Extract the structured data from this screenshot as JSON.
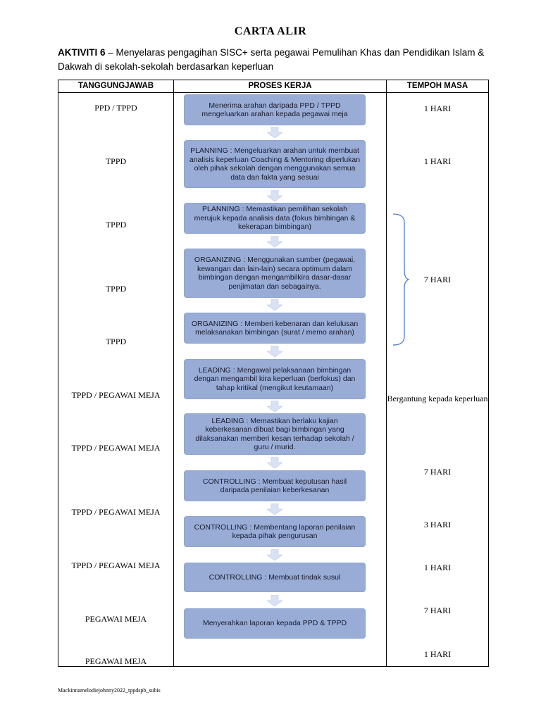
{
  "title": "CARTA ALIR",
  "activity": {
    "label": "AKTIVITI 6",
    "text": " – Menyelaras pengagihan SISC+ serta pegawai Pemulihan Khas dan Pendidikan Islam & Dakwah di sekolah-sekolah berdasarkan keperluan"
  },
  "headers": {
    "responsibility": "TANGGUNGJAWAB",
    "process": "PROSES KERJA",
    "duration": "TEMPOH MASA"
  },
  "responsibilities": [
    "PPD / TPPD",
    "TPPD",
    "TPPD",
    "TPPD",
    "TPPD",
    "TPPD / PEGAWAI MEJA",
    "TPPD / PEGAWAI MEJA",
    "TPPD / PEGAWAI MEJA",
    "TPPD / PEGAWAI MEJA",
    "PEGAWAI MEJA",
    "PEGAWAI MEJA"
  ],
  "steps": [
    "Menerima arahan daripada PPD / TPPD mengeluarkan arahan kepada pegawai meja",
    "PLANNING : Mengeluarkan arahan untuk membuat analisis keperluan Coaching & Mentoring diperlukan oleh pihak sekolah dengan menggunakan semua data dan fakta yang sesuai",
    "PLANNING : Memastikan pemilihan sekolah merujuk kepada analisis data (fokus bimbingan & kekerapan bimbingan)",
    "ORGANIZING : Menggunakan sumber (pegawai, kewangan dan lain-lain) secara optimum dalam bimbingan dengan mengambilkira dasar-dasar penjimatan dan sebagainya.",
    "ORGANIZING : Memberi kebenaran dan kelulusan melaksanakan bimbingan (surat / memo arahan)",
    "LEADING : Mengawal pelaksanaan bimbingan dengan mengambil kira keperluan (berfokus) dan tahap kritikal (mengikut keutamaan)",
    "LEADING : Memastikan berlaku kajian keberkesanan dibuat bagi bimbingan yang dilaksanakan memberi kesan terhadap sekolah / guru / murid.",
    "CONTROLLING : Membuat keputusan hasil daripada penilaian keberkesanan",
    "CONTROLLING : Membentang laporan penilaian kepada pihak pengurusan",
    "CONTROLLING : Membuat tindak susul",
    "Menyerahkan laporan kepada PPD & TPPD"
  ],
  "durations": [
    "1 HARI",
    "1 HARI",
    "7 HARI",
    "Bergantung kepada keperluan",
    "7 HARI",
    "3 HARI",
    "1 HARI",
    "7 HARI",
    "1 HARI"
  ],
  "footer": "Mackinnamelodiejohnny2022_tppdspb_subis",
  "colors": {
    "box_fill": "#98acd6",
    "arrow_fill": "#d9e2f3",
    "bracket": "#4f7fc7"
  }
}
